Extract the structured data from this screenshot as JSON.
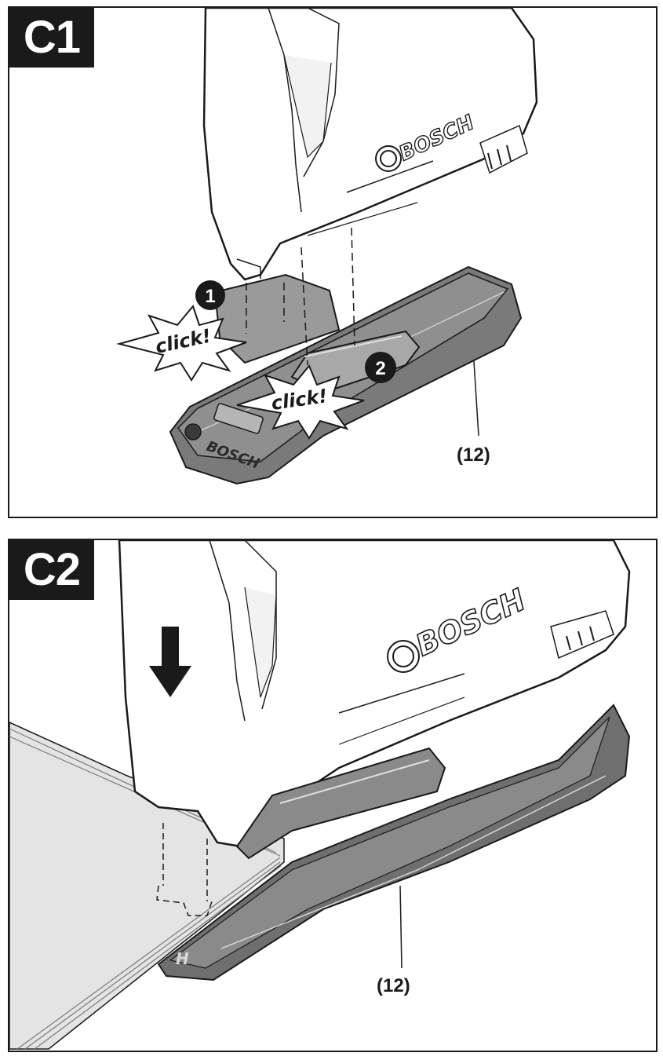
{
  "panels": [
    {
      "tag": "C1",
      "callout": "(12)",
      "clicks": [
        "click!",
        "click!"
      ],
      "steps": [
        "1",
        "2"
      ],
      "brand_tool": "BOSCH",
      "brand_base": "BOSCH"
    },
    {
      "tag": "C2",
      "callout": "(12)",
      "brand_tool": "BOSCH"
    }
  ],
  "colors": {
    "frame": "#1a1a1a",
    "tool_body": "#ffffff",
    "base_dark": "#6b6b6b",
    "base_mid": "#8a8a8a",
    "paper": "#dcdcdc"
  }
}
